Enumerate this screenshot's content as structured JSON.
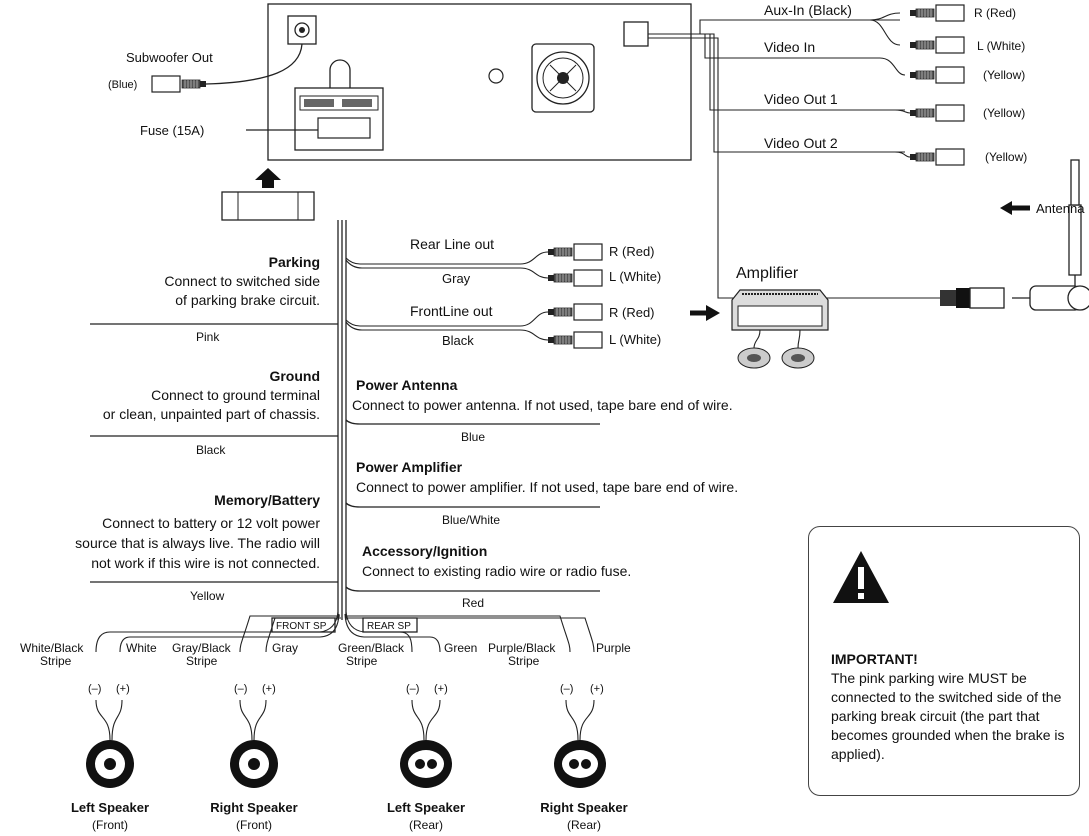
{
  "head_unit": {
    "subwoofer_out": "Subwoofer Out",
    "subwoofer_color": "(Blue)",
    "fuse": "Fuse (15A)"
  },
  "av_outputs": [
    {
      "name": "Aux-In (Black)",
      "plugs": [
        "R (Red)",
        "L (White)"
      ]
    },
    {
      "name": "Video In",
      "plugs": [
        "(Yellow)"
      ]
    },
    {
      "name": "Video Out 1",
      "plugs": [
        "(Yellow)"
      ]
    },
    {
      "name": "Video Out 2",
      "plugs": [
        "(Yellow)"
      ]
    }
  ],
  "antenna": "Antenna",
  "line_outs": {
    "rear": {
      "label": "Rear Line out",
      "color": "Gray",
      "r": "R (Red)",
      "l": "L (White)"
    },
    "front": {
      "label": "FrontLine out",
      "color": "Black",
      "r": "R (Red)",
      "l": "L (White)"
    }
  },
  "amplifier": "Amplifier",
  "left_wires": [
    {
      "title": "Parking",
      "desc": [
        "Connect to switched side",
        "of parking brake circuit."
      ],
      "color": "Pink"
    },
    {
      "title": "Ground",
      "desc": [
        "Connect to ground terminal",
        "or clean, unpainted part of chassis."
      ],
      "color": "Black"
    },
    {
      "title": "Memory/Battery",
      "desc": [
        "Connect to battery or 12 volt power",
        "source that is always live. The radio will",
        "not work if this wire is not connected."
      ],
      "color": "Yellow"
    }
  ],
  "right_wires": [
    {
      "title": "Power Antenna",
      "desc": "Connect to power antenna. If not used, tape bare end of wire.",
      "color": "Blue"
    },
    {
      "title": "Power Amplifier",
      "desc": "Connect to power amplifier. If not used, tape bare end of wire.",
      "color": "Blue/White"
    },
    {
      "title": "Accessory/Ignition",
      "desc": "Connect to existing radio wire or radio fuse.",
      "color": "Red"
    }
  ],
  "speaker_groups": {
    "front": "FRONT SP",
    "rear": "REAR SP"
  },
  "polarity": {
    "neg": "(–)",
    "pos": "(+)"
  },
  "speakers": [
    {
      "neg_wire": [
        "White/Black",
        "Stripe"
      ],
      "pos_wire": "White",
      "name": "Left Speaker",
      "pos": "(Front)"
    },
    {
      "neg_wire": [
        "Gray/Black",
        "Stripe"
      ],
      "pos_wire": "Gray",
      "name": "Right Speaker",
      "pos": "(Front)"
    },
    {
      "neg_wire": [
        "Green/Black",
        "Stripe"
      ],
      "pos_wire": "Green",
      "name": "Left Speaker",
      "pos": "(Rear)"
    },
    {
      "neg_wire": [
        "Purple/Black",
        "Stripe"
      ],
      "pos_wire": "Purple",
      "name": "Right Speaker",
      "pos": "(Rear)"
    }
  ],
  "important": {
    "title": "IMPORTANT!",
    "body": "The pink parking wire MUST be connected to the switched side of the parking break circuit (the part that becomes grounded when the brake is applied)."
  }
}
